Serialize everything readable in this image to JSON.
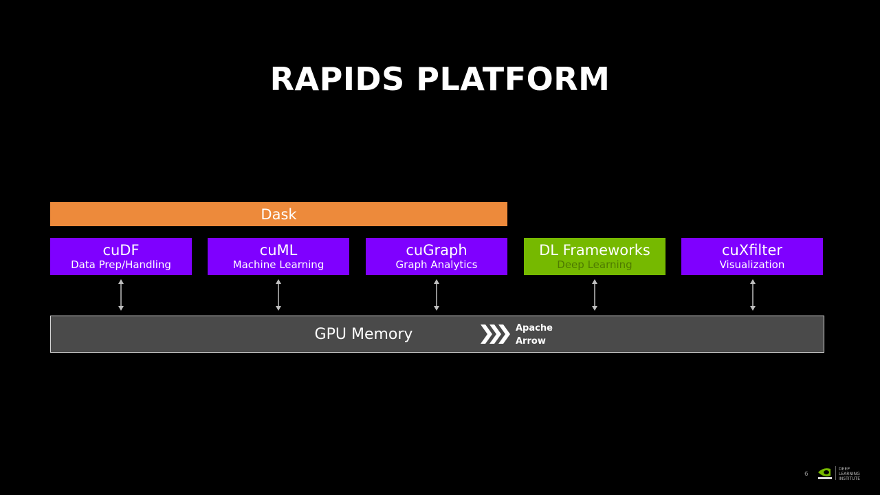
{
  "title": "RAPIDS PLATFORM",
  "dask": {
    "label": "Dask"
  },
  "libraries": [
    {
      "name": "cuDF",
      "desc": "Data Prep/Handling"
    },
    {
      "name": "cuML",
      "desc": "Machine Learning"
    },
    {
      "name": "cuGraph",
      "desc": "Graph Analytics"
    },
    {
      "name": "DL Frameworks",
      "desc": "Deep Learning"
    },
    {
      "name": "cuXfilter",
      "desc": "Visualization"
    }
  ],
  "gpu_memory": {
    "label": "GPU Memory",
    "arrow_line1": "Apache",
    "arrow_line2": "Arrow"
  },
  "footer": {
    "page_number": "6",
    "institute": "DEEP\nLEARNING\nINSTITUTE"
  },
  "colors": {
    "background": "#000000",
    "dask": "#ED8A3B",
    "library": "#7F00FF",
    "dl_frameworks": "#76B900",
    "gpu_memory": "#4A4A4A"
  },
  "icons": {
    "connector": "bidirectional-arrow-icon",
    "arrow_logo": "apache-arrow-chevrons-icon",
    "nvidia_logo": "nvidia-eye-icon"
  }
}
